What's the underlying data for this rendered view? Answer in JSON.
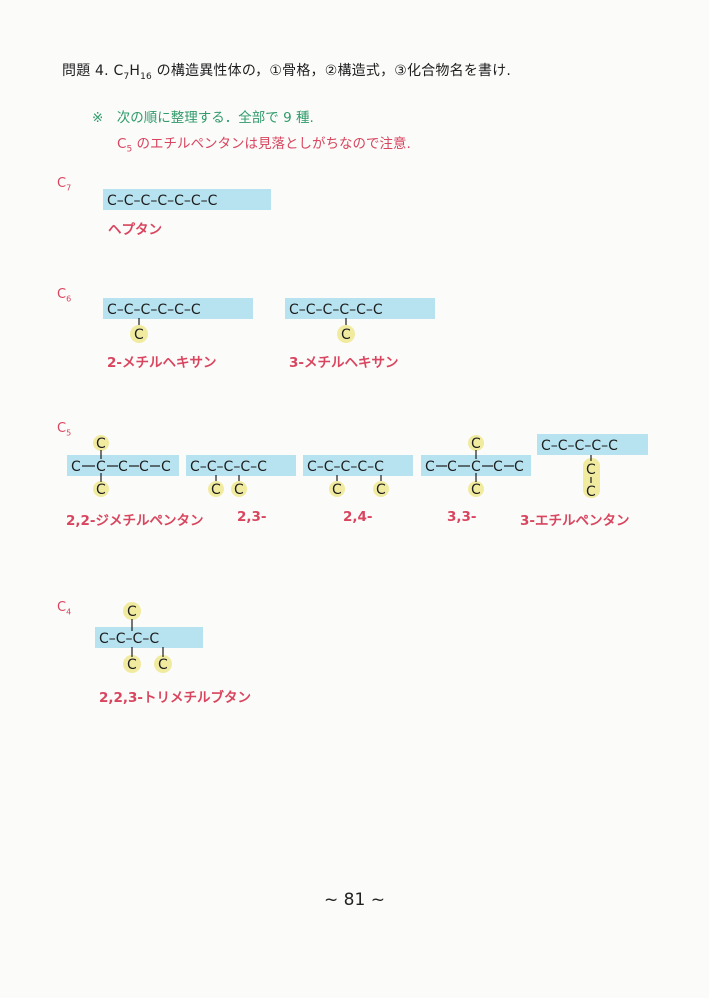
{
  "question": {
    "prefix": "問題 4. C",
    "sub7": "7",
    "h": "H",
    "sub16": "16",
    "suffix": " の構造異性体の，①骨格，②構造式，③化合物名を書け."
  },
  "note": {
    "line1": "※　次の順に整理する．全部で 9 種.",
    "line2_prefix": "C",
    "line2_sub": "5",
    "line2_suffix": " のエチルペンタンは見落としがちなので注意."
  },
  "groups": {
    "c7": {
      "c": "C",
      "n": "7"
    },
    "c6": {
      "c": "C",
      "n": "6"
    },
    "c5": {
      "c": "C",
      "n": "5"
    },
    "c4": {
      "c": "C",
      "n": "4"
    }
  },
  "structures": {
    "heptane": "C–C–C–C–C–C–C",
    "methylhexane2_chain": "C–C–C–C–C–C",
    "methylhexane3_chain": "C–C–C–C–C–C",
    "dimethylpentane23_chain": "C–C–C–C–C",
    "dimethylpentane24_chain": "C–C–C–C–C",
    "ethylpentane_chain": "C–C–C–C–C",
    "trimethylbutane_chain": "C–C–C–C",
    "atom": "C"
  },
  "names": {
    "heptane": "ヘプタン",
    "methylhexane2": "2-メチルヘキサン",
    "methylhexane3": "3-メチルヘキサン",
    "dimethylpentane22": "2,2-ジメチルペンタン",
    "dimethylpentane23": "2,3-",
    "dimethylpentane24": "2,4-",
    "dimethylpentane33": "3,3-",
    "ethylpentane": "3-エチルペンタン",
    "trimethylbutane": "2,2,3-トリメチルブタン"
  },
  "page_number": "~ 81 ~"
}
